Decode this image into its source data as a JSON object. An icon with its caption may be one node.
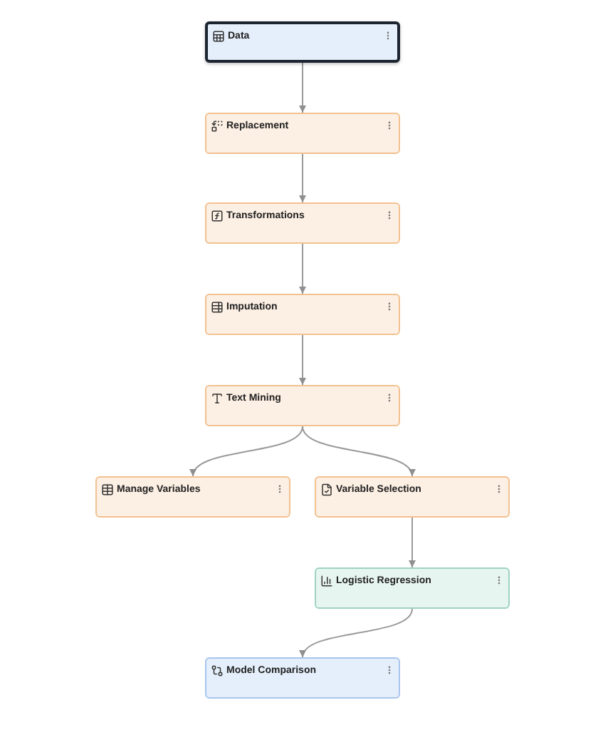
{
  "diagram": {
    "nodes": [
      {
        "text": [
          "Data"
        ]
      },
      {
        "text": [
          "Replacement"
        ]
      },
      {
        "text": [
          "Transformations"
        ]
      },
      {
        "text": [
          "Imputation"
        ]
      },
      {
        "text": [
          "Text Mining"
        ]
      },
      {
        "text": [
          "Manage Variables"
        ]
      },
      {
        "text": [
          "Variable Selection"
        ]
      },
      {
        "text": [
          "Logistic Regression"
        ]
      },
      {
        "text": [
          "Model Comparison"
        ]
      }
    ],
    "edges": [
      {
        "from": 0,
        "to": 1,
        "arrow": "to"
      },
      {
        "from": 1,
        "to": 2,
        "arrow": "to"
      },
      {
        "from": 2,
        "to": 3,
        "arrow": "to"
      },
      {
        "from": 3,
        "to": 4,
        "arrow": "to"
      },
      {
        "from": 4,
        "to": 5,
        "arrow": "to"
      },
      {
        "from": 4,
        "to": 6,
        "arrow": "to"
      },
      {
        "from": 6,
        "to": 7,
        "arrow": "to"
      },
      {
        "from": 7,
        "to": 8,
        "arrow": "to"
      }
    ]
  }
}
